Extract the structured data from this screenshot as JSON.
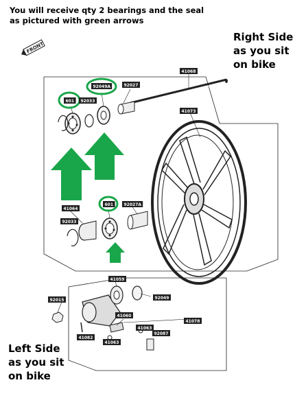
{
  "caption": {
    "line1": "You will receive qty 2 bearings and the seal",
    "line2": "as pictured with green arrows"
  },
  "right_side": {
    "line1": "Right Side",
    "line2": "as you sit",
    "line3": "on bike"
  },
  "left_side": {
    "line1": "Left Side",
    "line2": "as you sit",
    "line3": "on bike"
  },
  "front_badge": "FRONT",
  "part_labels": {
    "p601_top": "601",
    "p92033_top": "92033",
    "p92049A": "92049A",
    "p92027": "92027",
    "p41068": "41068",
    "p41073": "41073",
    "p41064": "41064",
    "p601_mid": "601",
    "p92027A": "92027A",
    "p92033_mid": "92033",
    "p41059": "41059",
    "p92015": "92015",
    "p92049": "92049",
    "p41060": "41060",
    "p41078": "41078",
    "p41063_a": "41063",
    "p92087": "92087",
    "p41082": "41082",
    "p41063_b": "41063"
  },
  "colors": {
    "highlight_green": "#1aa64a",
    "arrow_green": "#19a64a",
    "line": "#222222"
  }
}
